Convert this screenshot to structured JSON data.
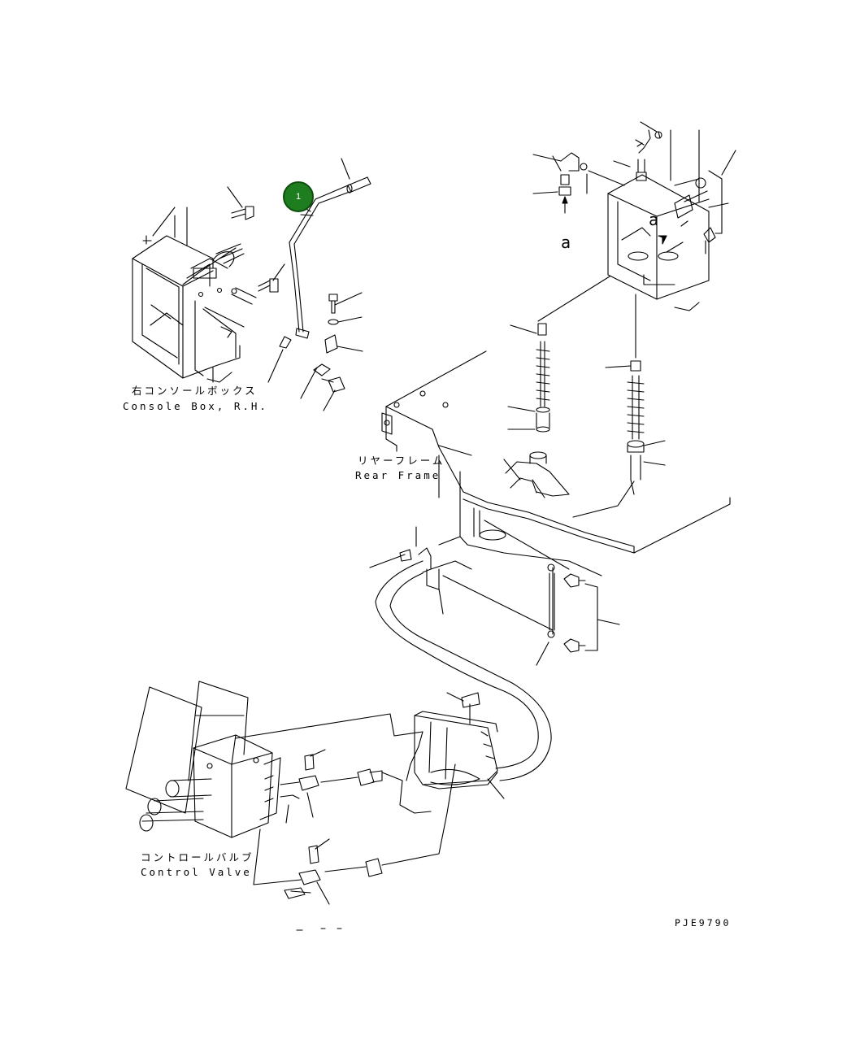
{
  "labels": {
    "console_box_jp": "右コンソールボックス",
    "console_box_en": "Console Box, R.H.",
    "rear_frame_jp": "リヤーフレーム",
    "rear_frame_en": "Rear Frame",
    "control_valve_jp": "コントロールバルブ",
    "control_valve_en": "Control Valve",
    "drawing_code": "PJE9790"
  },
  "view_refs": {
    "left": "a",
    "right": "a"
  },
  "callouts": [
    {
      "number": "1",
      "part": "lever"
    }
  ],
  "colors": {
    "callout_fill": "#1e7d1e",
    "callout_border": "#0f4d0f",
    "line": "#000000"
  }
}
